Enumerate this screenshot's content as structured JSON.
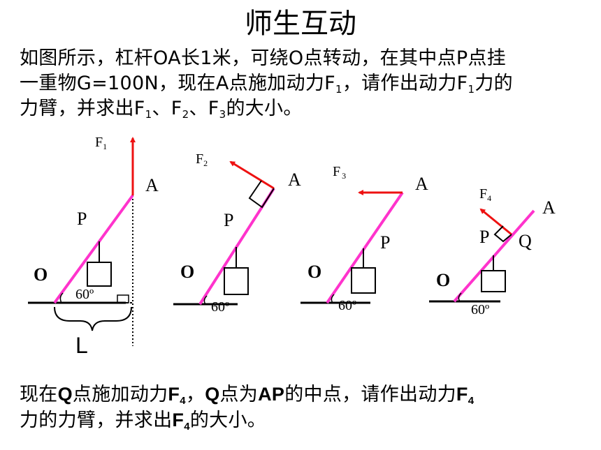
{
  "title": "师生互动",
  "problem": {
    "line1": "如图所示，杠杆OA长1米，可绕O点转动，在其中点P点挂",
    "line2a": "一重物G=100N，现在A点施加动力F",
    "line2_sub": "1",
    "line2b": "，请作出动力F",
    "line2_sub2": "1",
    "line2c": "力的",
    "line3a": "力臂，并求出F",
    "line3_sub1": "1",
    "line3b": "、F",
    "line3_sub2": "2",
    "line3c": "、F",
    "line3_sub3": "3",
    "line3d": "的大小。"
  },
  "figure1": {
    "force_label": "F",
    "force_sub": "1",
    "point_a": "A",
    "point_p": "P",
    "point_o": "O",
    "angle": "60º",
    "arm_label": "L"
  },
  "figure2": {
    "force_label": "F",
    "force_sub": "2",
    "point_a": "A",
    "point_p": "P",
    "point_o": "O",
    "angle": "60º"
  },
  "figure3": {
    "force_label": "F",
    "force_sub": "3",
    "point_a": "A",
    "point_p": "P",
    "point_o": "O",
    "angle": "60º"
  },
  "figure4": {
    "force_label": "F",
    "force_sub": "4",
    "point_a": "A",
    "point_p": "P",
    "point_q": "Q",
    "point_o": "O",
    "angle": "60º"
  },
  "bottom": {
    "t1": "现在",
    "q1": "Q",
    "t2": "点施加动力",
    "f1": "F",
    "s1": "4",
    "t3": "，",
    "q2": "Q",
    "t4": "点为",
    "ap": "AP",
    "t5": "的中点，请作出动力",
    "f2": "F",
    "s2": "4",
    "t6": "力的力臂，并求出",
    "f3": "F",
    "s3": "4",
    "t7": "的大小。"
  },
  "colors": {
    "lever": "#ff33cc",
    "force": "#ee1111",
    "ink": "#000000"
  }
}
